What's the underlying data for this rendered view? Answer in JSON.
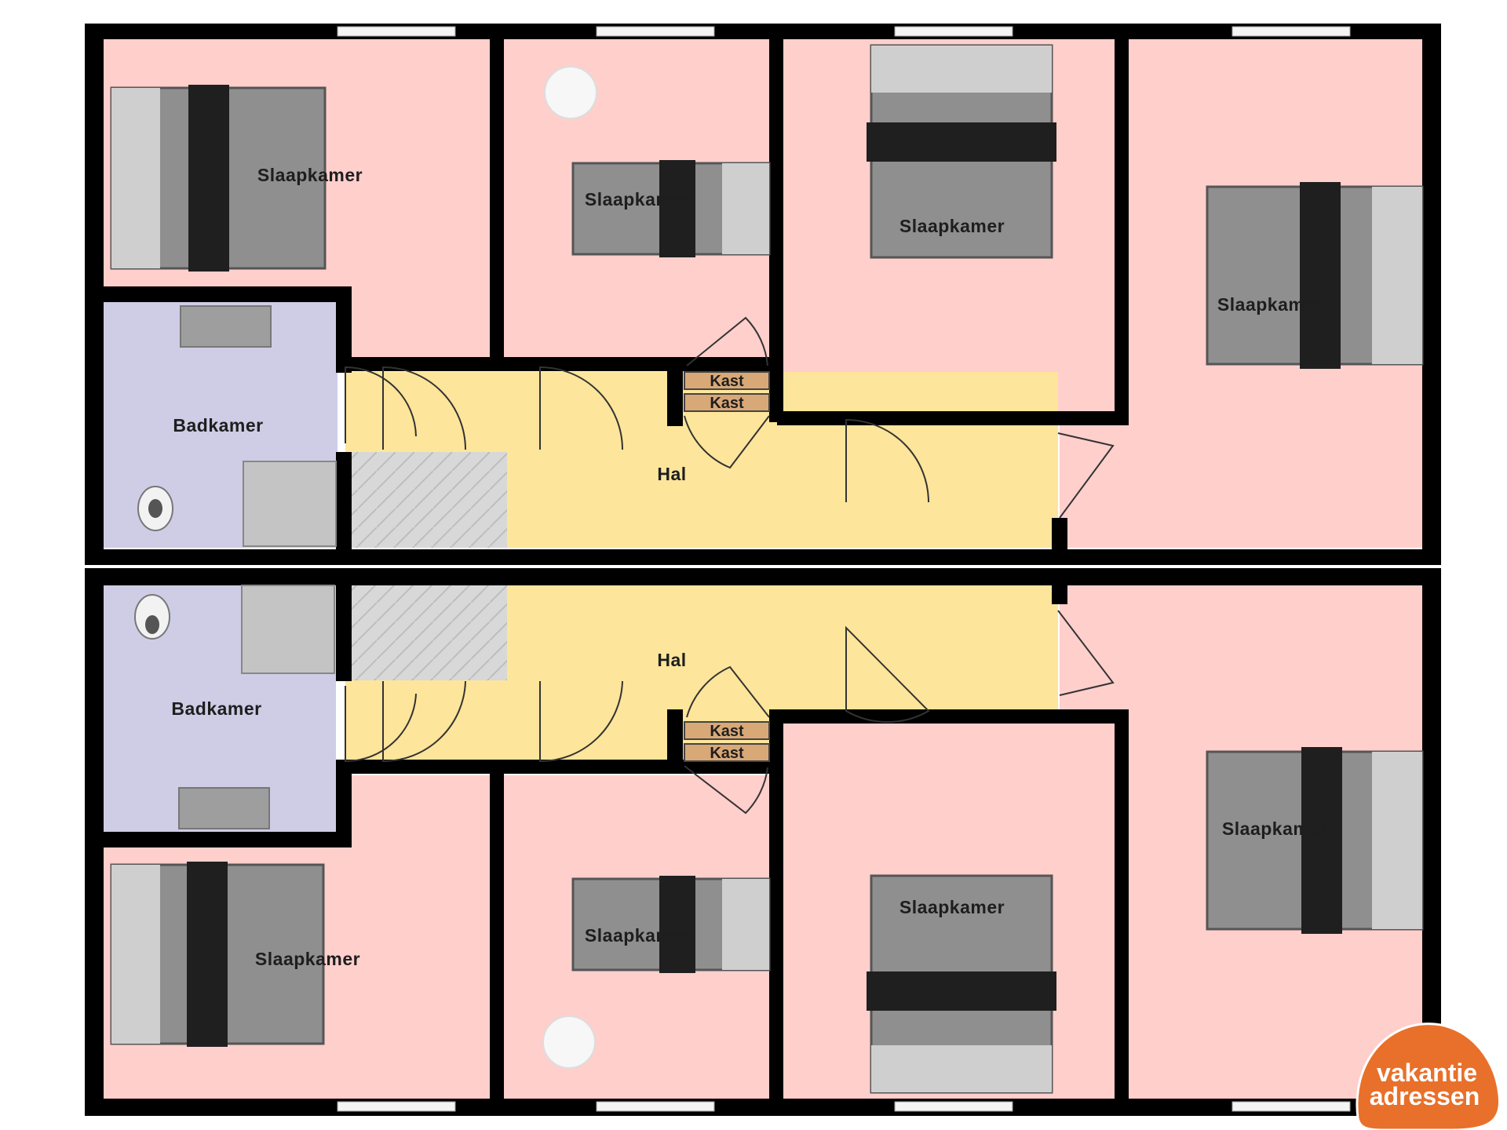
{
  "plan": {
    "colors": {
      "bedroom": "#ffcfcc",
      "bathroom": "#cfcce6",
      "hall": "#fde59b",
      "wall": "#000000",
      "kast": "#d9a877",
      "bed": "#8f8f8f",
      "logo": "#e8702a"
    },
    "top_unit": {
      "bedroom_1": "Slaapkamer",
      "bedroom_2": "Slaapkamer",
      "bedroom_3": "Slaapkamer",
      "bedroom_4": "Slaapkamer",
      "bathroom": "Badkamer",
      "hall": "Hal",
      "kast_1": "Kast",
      "kast_2": "Kast"
    },
    "bottom_unit": {
      "bedroom_1": "Slaapkamer",
      "bedroom_2": "Slaapkamer",
      "bedroom_3": "Slaapkamer",
      "bedroom_4": "Slaapkamer",
      "bathroom": "Badkamer",
      "hall": "Hal",
      "kast_1": "Kast",
      "kast_2": "Kast"
    }
  },
  "logo": {
    "line1": "vakantie",
    "line2": "adressen"
  }
}
